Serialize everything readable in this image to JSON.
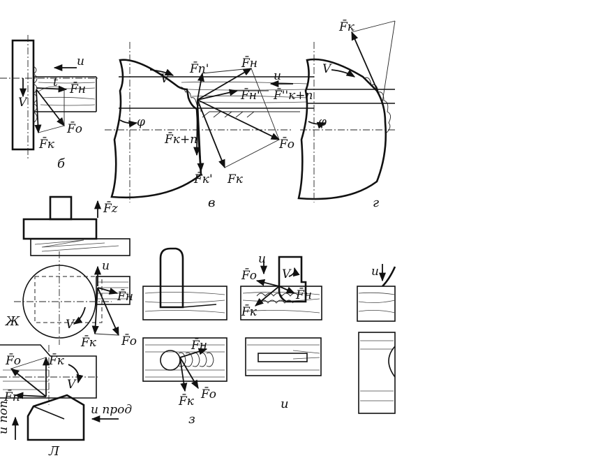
{
  "colors": {
    "ink": "#111111",
    "background": "#ffffff"
  },
  "panels": {
    "b": {
      "caption": "б",
      "labels": {
        "u": "u",
        "v": "V",
        "fn": "F̄н",
        "t": "t",
        "fo": "F̄о",
        "fk": "F̄к"
      }
    },
    "v": {
      "caption": "в",
      "labels": {
        "v": "V",
        "fp1": "F̄п'",
        "fn": "F̄н",
        "u": "u",
        "fn1": "F̄н'",
        "fkp2": "F̄''к+п",
        "phi": "φ",
        "fkp1": "F̄к+п'",
        "fo": "F̄о",
        "fk1": "F̄к'",
        "fk": "Fк"
      }
    },
    "g": {
      "caption": "г",
      "labels": {
        "fk": "F̄к",
        "v": "V",
        "phi": "φ"
      }
    },
    "zh": {
      "caption": "Ж",
      "labels": {
        "fz": "F̄z",
        "u": "u",
        "fn": "F̄н",
        "v": "V",
        "fk": "F̄к",
        "fo": "F̄о"
      }
    },
    "z": {
      "caption": "з",
      "labels": {
        "fn": "F̄н",
        "fk": "F̄к",
        "fo": "F̄о"
      }
    },
    "i": {
      "caption": "и",
      "labels": {
        "u": "u",
        "fo": "F̄о",
        "v": "V",
        "fn": "F̄н",
        "fk": "F̄к"
      }
    },
    "k": {
      "labels": {
        "u": "u"
      }
    },
    "l": {
      "caption": "Л",
      "labels": {
        "fo": "F̄о",
        "fk": "F̄к",
        "fp": "F̄п",
        "v": "V",
        "u_prod": "u прод",
        "u_pop": "u поп"
      }
    }
  }
}
